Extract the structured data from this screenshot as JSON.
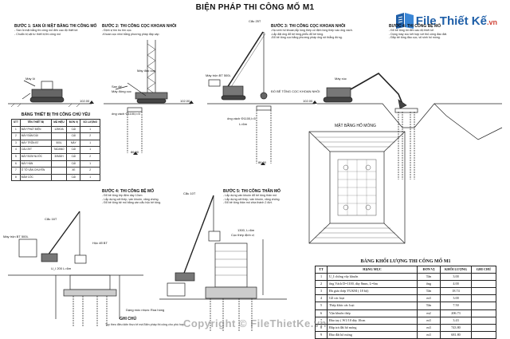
{
  "title": "BIỆN PHÁP THI CÔNG MỐ M1",
  "logo": {
    "text": "File Thiết Kế",
    "suffix": ".vn",
    "color": "#1f5fa8"
  },
  "watermark": "Copyright © FileThietKe.vn",
  "steps": [
    {
      "title": "BƯỚC 1: SAN ỦI MẶT BẰNG THI CÔNG MỐ",
      "notes": [
        "- San ủi mặt bằng thi công mố đến cao độ thiết kế.",
        "- Chuẩn bị vật tư thiết bị thi công mố"
      ]
    },
    {
      "title": "BƯỚC 2: THI CÔNG CỌC KHOAN NHỒI",
      "notes": [
        "- Định vị tim tru tim cọc.",
        "-Khoan cọc nhồi bằng phương pháp đập cáp"
      ]
    },
    {
      "title": "BƯỚC 3: THI CÔNG CỌC KHOAN NHỒI",
      "notes": [
        "-Hạ sính hố khoan,lắp lồng thép cố định lồng thép vào ống vách.",
        "-Lắp đặt ống đổ bê tông,phễu đổ bê tông.",
        "-Đổ bê tông cọc bằng phương pháp ống rút thẳng đứng."
      ]
    },
    {
      "title": "BƯỚC 4: THI CÔNG BỆ MỐ",
      "notes": [
        "- Đổ bê tông lót đến cao độ thiết kế.",
        "- Dùng máy xúc kết hợp với thủ công đào đất.",
        "- Đắp bê tông đầu cọc, vệ sinh hố móng."
      ]
    },
    {
      "title": "BƯỚC 4: THI CÔNG BỆ MỐ",
      "notes": [
        "- Đổ bê tông lớp đệm dày 10cm",
        "- Lắp dựng cốt thép, ván khuôn, văng chống.",
        "- Đổ bê tông bệ mố bằng cần cẩu hộc bê tông."
      ]
    },
    {
      "title": "BƯỚC 5: THI CÔNG THÂN MỐ",
      "notes": [
        "- Lắp dựng ván khuôn đổ bê tông thân mố",
        "- Lắp dựng cốt thép, ván khuôn, văng chống.",
        "- Đổ bê tông thân mố chia thành 2 đợt."
      ]
    }
  ],
  "labels": {
    "may_ui": "Máy ủi",
    "may_dao_coc": "Máy đào cọc",
    "san_de": "San đế",
    "may_dong_coc": "Máy đóng cọc",
    "cau_25t": "Cẩu 25T",
    "may_tron": "Máy trộn BT 500L",
    "do_be_tong": "ĐỔ BÊ TÔNG CỌC KHOAN NHỒI",
    "ong_vach": "ống vách Φ1100,l=5",
    "ong_vach2": "ống vách Φ1100,l=5",
    "l6m": "L=6m",
    "may_xuc": "Máy xúc",
    "mat_bang": "MẶT BẰNG HỐ MÓNG",
    "cau_16t": "Cẩu 16T",
    "hoc_bt": "Hộc đổ BT",
    "may_tron_500": "Máy trộn BT 500L",
    "u1200": "U_I 200 L=6m",
    "coc_thep": "Cọc thép định vị",
    "dia_chat": "Dạng móc nhựa: Rùa hóng",
    "ghi_chu": "GHI CHÚ",
    "ghi_chu_text": "Tuy theo điều kiện thực tế mà Biện pháp thi công cho phù hợp",
    "elev_102a": "102.00",
    "elev_102b": "102.00",
    "elev_102c": "102.00",
    "elev_86a": "86.00",
    "elev_86b": "86.00",
    "cau_10t": "Cẩu 10T",
    "l1300": "1300, L=6m",
    "coc_thep_dinh_vi": "Cọc thép định vị"
  },
  "equipment_table": {
    "title": "BẢNG THIẾT BỊ THI CÔNG CHỦ YẾU",
    "headers": [
      "STT",
      "TÊN THIẾT BỊ",
      "MÃ HIỆU",
      "ĐƠN VỊ",
      "SỐ LƯỢNG"
    ],
    "rows": [
      [
        "1",
        "MÁY PHÁT ĐIỆN",
        "125KVA",
        "CÁI",
        "1"
      ],
      [
        "2",
        "MÁY ĐẦM DÙI",
        "",
        "CÁI",
        "2"
      ],
      [
        "3",
        "MÁY TRỘN BT",
        "500L",
        "MÁY",
        "1"
      ],
      [
        "4",
        "CẨU 25T",
        "TADANO",
        "CÁI",
        "1"
      ],
      [
        "5",
        "MÁY BƠM NƯỚC",
        "30M3/H",
        "CÁI",
        "2"
      ],
      [
        "6",
        "MÁY HÀN",
        "",
        "CÁI",
        "1"
      ],
      [
        "7",
        "Ô TÔ VẬN CHUYỂN",
        "",
        "XE",
        "2"
      ],
      [
        "8",
        "ĐẦM CÓC",
        "",
        "CÁI",
        "1"
      ]
    ]
  },
  "volume_table": {
    "title": "BẢNG KHỐI LƯỢNG THI CÔNG MỐ M1",
    "headers": [
      "TT",
      "HẠNG MỤC",
      "ĐƠN VỊ",
      "KHỐI LƯỢNG",
      "GHI CHÚ"
    ],
    "rows": [
      [
        "1",
        "U_I chống vây khuôn",
        "Tấn",
        "3.00",
        ""
      ],
      [
        "2",
        "ống Vách D=1100, dày 8mm, L=6m",
        "ống",
        "4.00",
        ""
      ],
      [
        "3",
        "Đà giáo thép YUKM ( 18 bộ)",
        "Tấn",
        "18.74",
        ""
      ],
      [
        "4",
        "Gỗ các loại",
        "m3",
        "3.00",
        ""
      ],
      [
        "5",
        "Thép khác các loại",
        "Tấn",
        "7.50",
        ""
      ],
      [
        "6",
        "Vận khuôn thép",
        "m2",
        "206.73",
        ""
      ],
      [
        "7",
        "Đào tay ( W1/10 dày 10cm",
        "m3",
        "3.43",
        ""
      ],
      [
        "8",
        "Đắp trả đất hố móng",
        "m3",
        "743.80",
        ""
      ],
      [
        "9",
        "Đào đất hố móng",
        "m3",
        "681.80",
        ""
      ]
    ]
  },
  "colors": {
    "line": "#222222",
    "ground": "#333333",
    "water": "#1e4fa0"
  }
}
